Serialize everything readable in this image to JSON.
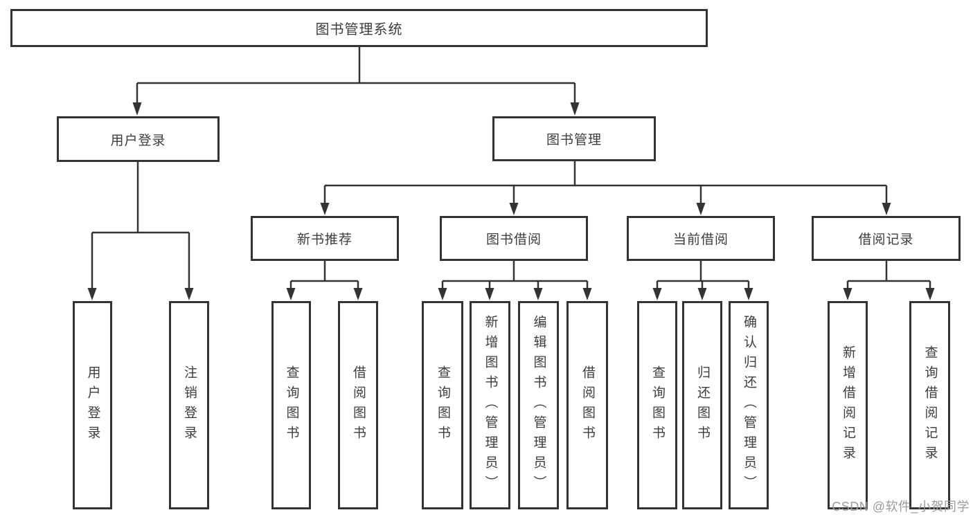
{
  "diagram": {
    "root": {
      "label": "图书管理系统"
    },
    "branches": [
      {
        "label": "用户登录",
        "children": [
          {
            "label": "用户登录"
          },
          {
            "label": "注销登录"
          }
        ]
      },
      {
        "label": "图书管理",
        "groups": [
          {
            "label": "新书推荐",
            "children": [
              {
                "label": "查询图书"
              },
              {
                "label": "借阅图书"
              }
            ]
          },
          {
            "label": "图书借阅",
            "children": [
              {
                "label": "查询图书"
              },
              {
                "label": "新增图书（管理员）"
              },
              {
                "label": "编辑图书（管理员）"
              },
              {
                "label": "借阅图书"
              }
            ]
          },
          {
            "label": "当前借阅",
            "children": [
              {
                "label": "查询图书"
              },
              {
                "label": "归还图书"
              },
              {
                "label": "确认归还（管理员）"
              }
            ]
          },
          {
            "label": "借阅记录",
            "children": [
              {
                "label": "新增借阅记录"
              },
              {
                "label": "查询借阅记录"
              }
            ]
          }
        ]
      }
    ],
    "watermark": "CSDN @软件_小贺同学",
    "colors": {
      "line": "#333333",
      "text": "#3d3d3d",
      "background": "#ffffff",
      "watermark": "#9b9b9b"
    }
  }
}
